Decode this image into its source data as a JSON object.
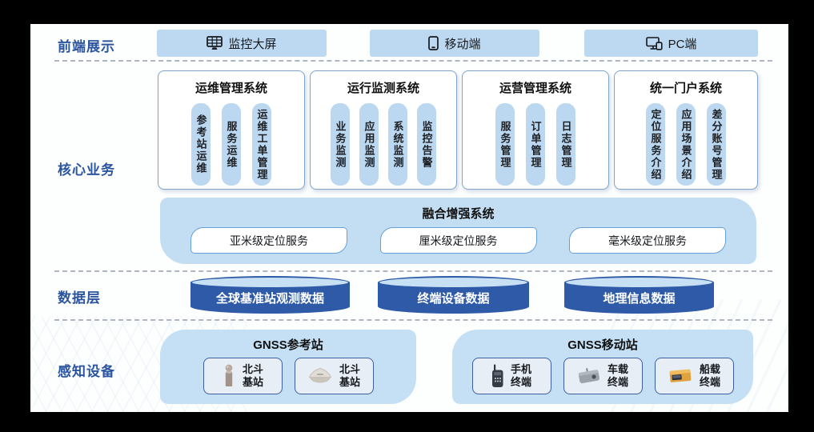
{
  "frontend": {
    "label": "前端展示",
    "items": [
      {
        "icon": "monitor-grid-icon",
        "label": "监控大屏"
      },
      {
        "icon": "smartphone-icon",
        "label": "移动端"
      },
      {
        "icon": "pc-icon",
        "label": "PC端"
      }
    ]
  },
  "core": {
    "label": "核心业务",
    "systems": [
      {
        "title": "运维管理系统",
        "pills": [
          "参考站运维",
          "服务运维",
          "运维工单管理"
        ]
      },
      {
        "title": "运行监测系统",
        "pills": [
          "业务监测",
          "应用监测",
          "系统监测",
          "监控告警"
        ]
      },
      {
        "title": "运营管理系统",
        "pills": [
          "服务管理",
          "订单管理",
          "日志管理"
        ]
      },
      {
        "title": "统一门户系统",
        "pills": [
          "定位服务介绍",
          "应用场景介绍",
          "差分账号管理"
        ]
      }
    ],
    "fusion": {
      "title": "融合增强系统",
      "services": [
        "亚米级定位服务",
        "厘米级定位服务",
        "毫米级定位服务"
      ]
    }
  },
  "data_layer": {
    "label": "数据层",
    "stores": [
      "全球基准站观测数据",
      "终端设备数据",
      "地理信息数据"
    ]
  },
  "devices": {
    "label": "感知设备",
    "groups": [
      {
        "title": "GNSS参考站",
        "items": [
          {
            "icon": "pole-antenna-icon",
            "line1": "北斗",
            "line2": "基站"
          },
          {
            "icon": "dome-antenna-icon",
            "line1": "北斗",
            "line2": "基站"
          }
        ]
      },
      {
        "title": "GNSS移动站",
        "items": [
          {
            "icon": "handheld-radio-icon",
            "line1": "手机",
            "line2": "终端"
          },
          {
            "icon": "vehicle-terminal-icon",
            "line1": "车载",
            "line2": "终端"
          },
          {
            "icon": "ship-terminal-icon",
            "line1": "船载",
            "line2": "终端"
          }
        ]
      }
    ]
  },
  "colors": {
    "accent_light_blue": "#BCD9F1",
    "fusion_blue": "#C3DEF2",
    "cylinder_blue": "#2E5AA8",
    "cylinder_top_blue": "#C7E0F4",
    "section_label_blue": "#2B55A0",
    "device_border_blue": "#3D5FA0"
  }
}
